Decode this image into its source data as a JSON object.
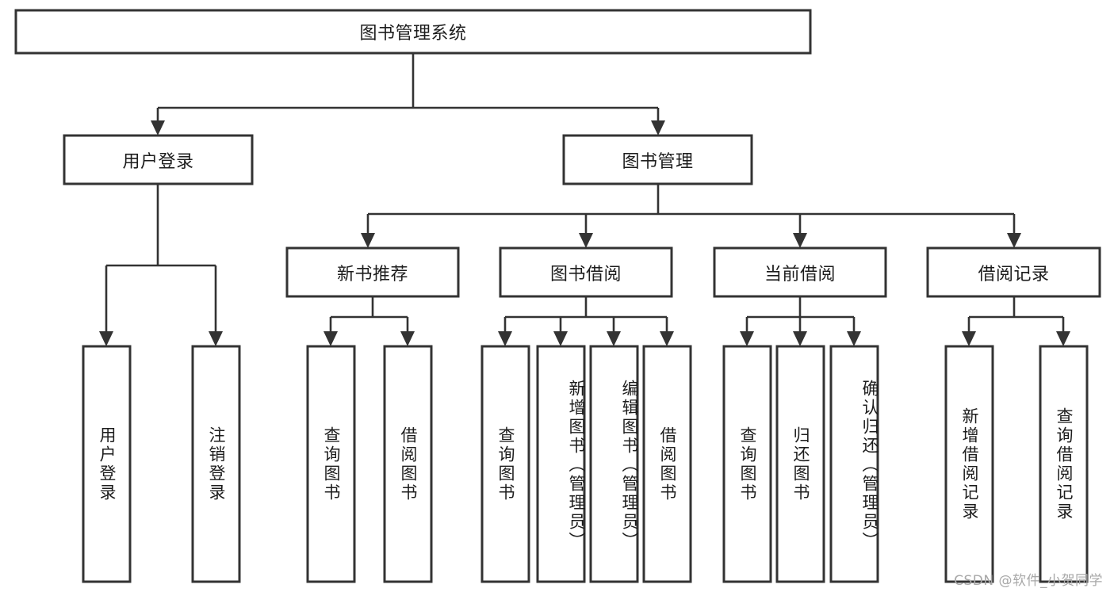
{
  "diagram": {
    "type": "tree-hierarchy",
    "title": "图书管理系统",
    "watermark": "CSDN @软件_小贺同学",
    "colors": {
      "background": "#ffffff",
      "box_stroke": "#333333",
      "box_fill": "#ffffff",
      "text": "#1d1d1d",
      "watermark": "#a8a8a8"
    },
    "levels": {
      "root": {
        "label": "图书管理系统"
      },
      "level1": [
        {
          "id": "user-login",
          "label": "用户登录"
        },
        {
          "id": "book-manage",
          "label": "图书管理"
        }
      ],
      "level2": [
        {
          "id": "new-book-recommend",
          "label": "新书推荐",
          "parent": "book-manage"
        },
        {
          "id": "book-borrow",
          "label": "图书借阅",
          "parent": "book-manage"
        },
        {
          "id": "current-borrow",
          "label": "当前借阅",
          "parent": "book-manage"
        },
        {
          "id": "borrow-record",
          "label": "借阅记录",
          "parent": "book-manage"
        }
      ],
      "leaves": [
        {
          "id": "leaf-user-login",
          "label": "用户登录",
          "parent": "user-login"
        },
        {
          "id": "leaf-logout-login",
          "label": "注销登录",
          "parent": "user-login"
        },
        {
          "id": "leaf-query-book-1",
          "label": "查询图书",
          "parent": "new-book-recommend"
        },
        {
          "id": "leaf-borrow-book-1",
          "label": "借阅图书",
          "parent": "new-book-recommend"
        },
        {
          "id": "leaf-query-book-2",
          "label": "查询图书",
          "parent": "book-borrow"
        },
        {
          "id": "leaf-add-book",
          "label": "新增图书（管理员）",
          "parent": "book-borrow"
        },
        {
          "id": "leaf-edit-book",
          "label": "编辑图书（管理员）",
          "parent": "book-borrow"
        },
        {
          "id": "leaf-borrow-book-2",
          "label": "借阅图书",
          "parent": "book-borrow"
        },
        {
          "id": "leaf-query-book-3",
          "label": "查询图书",
          "parent": "current-borrow"
        },
        {
          "id": "leaf-return-book",
          "label": "归还图书",
          "parent": "current-borrow"
        },
        {
          "id": "leaf-confirm-return",
          "label": "确认归还（管理员）",
          "parent": "current-borrow"
        },
        {
          "id": "leaf-add-record",
          "label": "新增借阅记录",
          "parent": "borrow-record"
        },
        {
          "id": "leaf-query-record",
          "label": "查询借阅记录",
          "parent": "borrow-record"
        }
      ]
    }
  }
}
